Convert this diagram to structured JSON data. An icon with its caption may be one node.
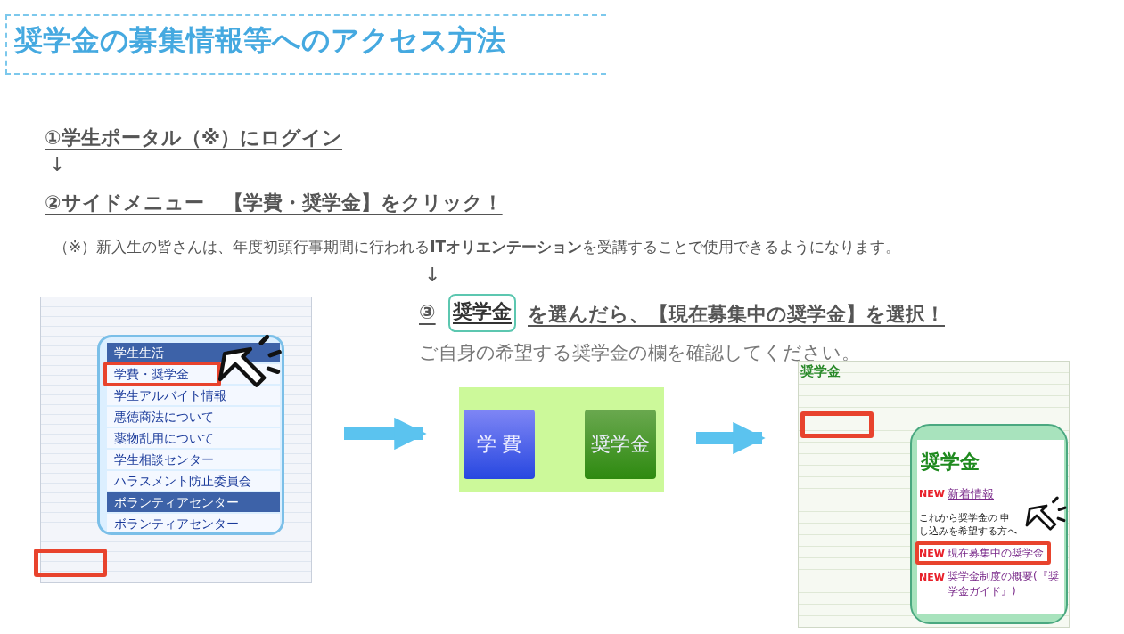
{
  "diagram": {
    "title": "奨学金の募集情報等へのアクセス方法",
    "nodes": [
      {
        "text": [],
        "shape": "picture"
      },
      {
        "text": [
          "学生生活",
          "学費・奨学金",
          "学生アルバイト情報",
          "悪徳商法について",
          "薬物乱用について",
          "学生相談センター",
          "ハラスメント防止委員会",
          "ボランティアセンター",
          "ボランティアセンター"
        ],
        "in": 0
      },
      {
        "text": [],
        "shape": "box"
      },
      {
        "text": [
          "学 費"
        ],
        "in": 2
      },
      {
        "text": [
          "奨学金"
        ],
        "in": 2
      },
      {
        "text": [
          "奨学金"
        ]
      },
      {
        "text": [
          "奨学金",
          "NEW",
          "新着情報",
          "これから奨学金の 申し込みを希望する方へ",
          "NEW",
          "現在募集中の奨学金",
          "NEW",
          "奨学金制度の概要(『奨学金ガイド』)"
        ],
        "in": 5
      }
    ],
    "edges": [
      {
        "from": 0,
        "to": 2,
        "arrow": "to"
      },
      {
        "from": 2,
        "to": 5,
        "arrow": "to"
      }
    ],
    "labels": [
      "①学生ポータル（※）にログイン",
      "↓",
      "②サイドメニュー　【学費・奨学金】をクリック！",
      "（※）新入生の皆さんは、年度初頭行事期間に行われる**ITオリエンテーション**を受講することで使用できるようになります。",
      "↓",
      "③",
      "奨学金",
      "を選んだら、【現在募集中の奨学金】を選択！",
      "ご自身の希望する奨学金の欄を確認してください。"
    ]
  }
}
